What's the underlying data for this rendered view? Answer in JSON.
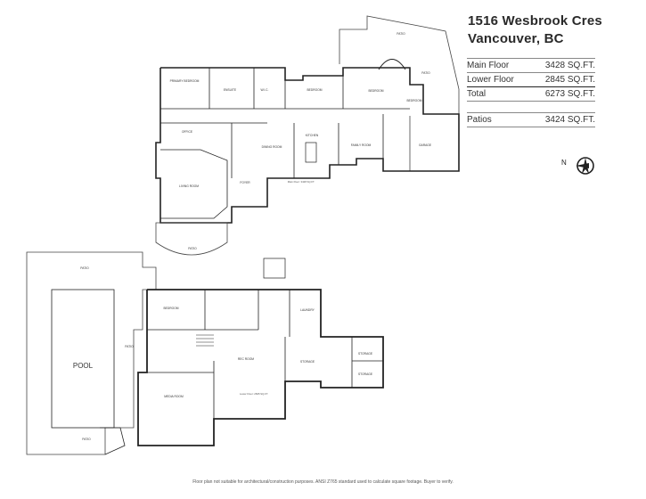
{
  "header": {
    "street": "1516 Wesbrook Cres",
    "city": "Vancouver, BC"
  },
  "areas": {
    "main": {
      "label": "Main Floor",
      "value": "3428 SQ.FT."
    },
    "lower": {
      "label": "Lower Floor",
      "value": "2845 SQ.FT."
    },
    "total": {
      "label": "Total",
      "value": "6273 SQ.FT."
    },
    "patios": {
      "label": "Patios",
      "value": "3424 SQ.FT."
    }
  },
  "compass": {
    "label": "N"
  },
  "rooms": {
    "patio_top": "PATIO",
    "patio_right": "PATIO",
    "primary_bedroom": "PRIMARY BEDROOM",
    "ensuite": "ENSUITE",
    "walk_in": "W.I.C.",
    "bedroom1": "BEDROOM",
    "bedroom2": "BEDROOM",
    "bedroom3": "BEDROOM",
    "office": "OFFICE",
    "dining": "DINING ROOM",
    "kitchen": "KITCHEN",
    "family": "FAMILY ROOM",
    "garage": "GARAGE",
    "living": "LIVING ROOM",
    "foyer": "FOYER",
    "patio_living": "PATIO",
    "main_floor_note": "Main Floor: 3428 SQ.FT.",
    "patio_pool": "PATIO",
    "pool": "POOL",
    "patio_left": "PATIO",
    "patio_bottom": "PATIO",
    "lower_bedroom": "BEDROOM",
    "laundry": "LAUNDRY",
    "rec_room": "REC ROOM",
    "media_room": "MEDIA ROOM",
    "storage1": "STORAGE",
    "storage2": "STORAGE",
    "storage3": "STORAGE",
    "lower_floor_note": "Lower Floor: 2845 SQ.FT."
  },
  "footer": "Floor plan not suitable for architectural/construction purposes. ANSI Z765 standard used to calculate square footage. Buyer to verify."
}
